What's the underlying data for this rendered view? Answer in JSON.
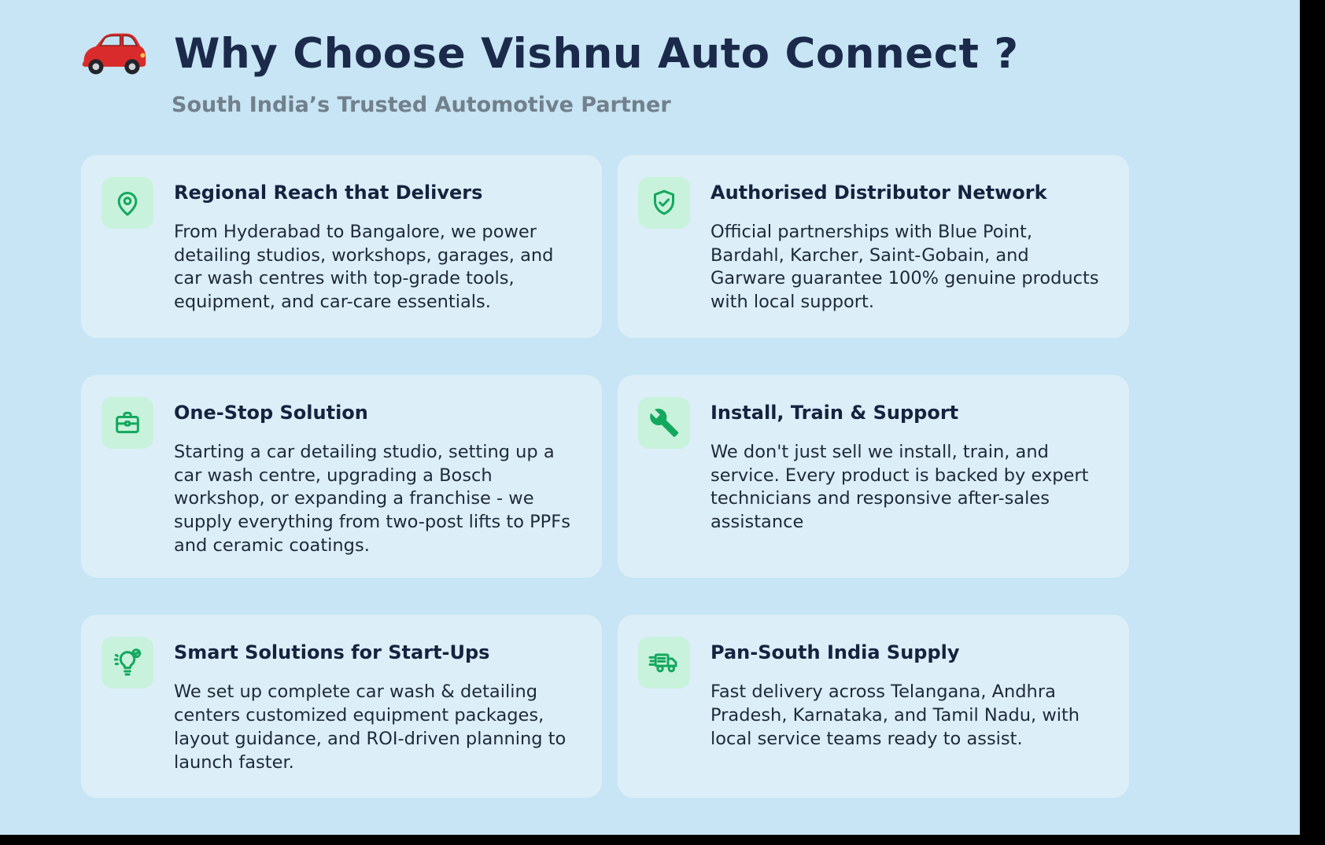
{
  "page": {
    "bg_color": "#c7e5f4",
    "card_bg_color": "#dceef8",
    "accent_green": "#14a85e",
    "icon_bg_color": "#c8f2db",
    "title_color": "#1b2a4b"
  },
  "header": {
    "logo": "car-icon",
    "title": "Why Choose Vishnu Auto Connect ?",
    "subtitle": "South India’s Trusted Automotive Partner"
  },
  "cards": [
    {
      "icon": "location-pin-icon",
      "title": "Regional Reach that Delivers",
      "body": "From Hyderabad to Bangalore, we power detailing studios, workshops, garages, and car wash centres with top-grade tools, equipment, and car-care essentials."
    },
    {
      "icon": "shield-check-icon",
      "title": "Authorised Distributor Network",
      "body": "Official partnerships with Blue Point, Bardahl, Karcher, Saint-Gobain, and Garware guarantee 100% genuine products with local support."
    },
    {
      "icon": "briefcase-icon",
      "title": "One-Stop Solution",
      "body": "Starting a car detailing studio, setting up a car wash centre, upgrading a Bosch workshop, or expanding a franchise - we supply everything from two-post lifts to PPFs and ceramic coatings."
    },
    {
      "icon": "wrench-icon",
      "title": "Install, Train & Support",
      "body": "We don't just sell we install, train, and service. Every product is backed by expert technicians and responsive after-sales assistance"
    },
    {
      "icon": "lightbulb-check-icon",
      "title": "Smart Solutions for Start-Ups",
      "body": "We set up complete car wash & detailing centers customized equipment packages, layout guidance, and ROI-driven planning to launch faster."
    },
    {
      "icon": "delivery-truck-icon",
      "title": "Pan-South India Supply",
      "body": "Fast delivery across Telangana, Andhra Pradesh, Karnataka, and Tamil Nadu, with local service teams ready to assist."
    }
  ]
}
